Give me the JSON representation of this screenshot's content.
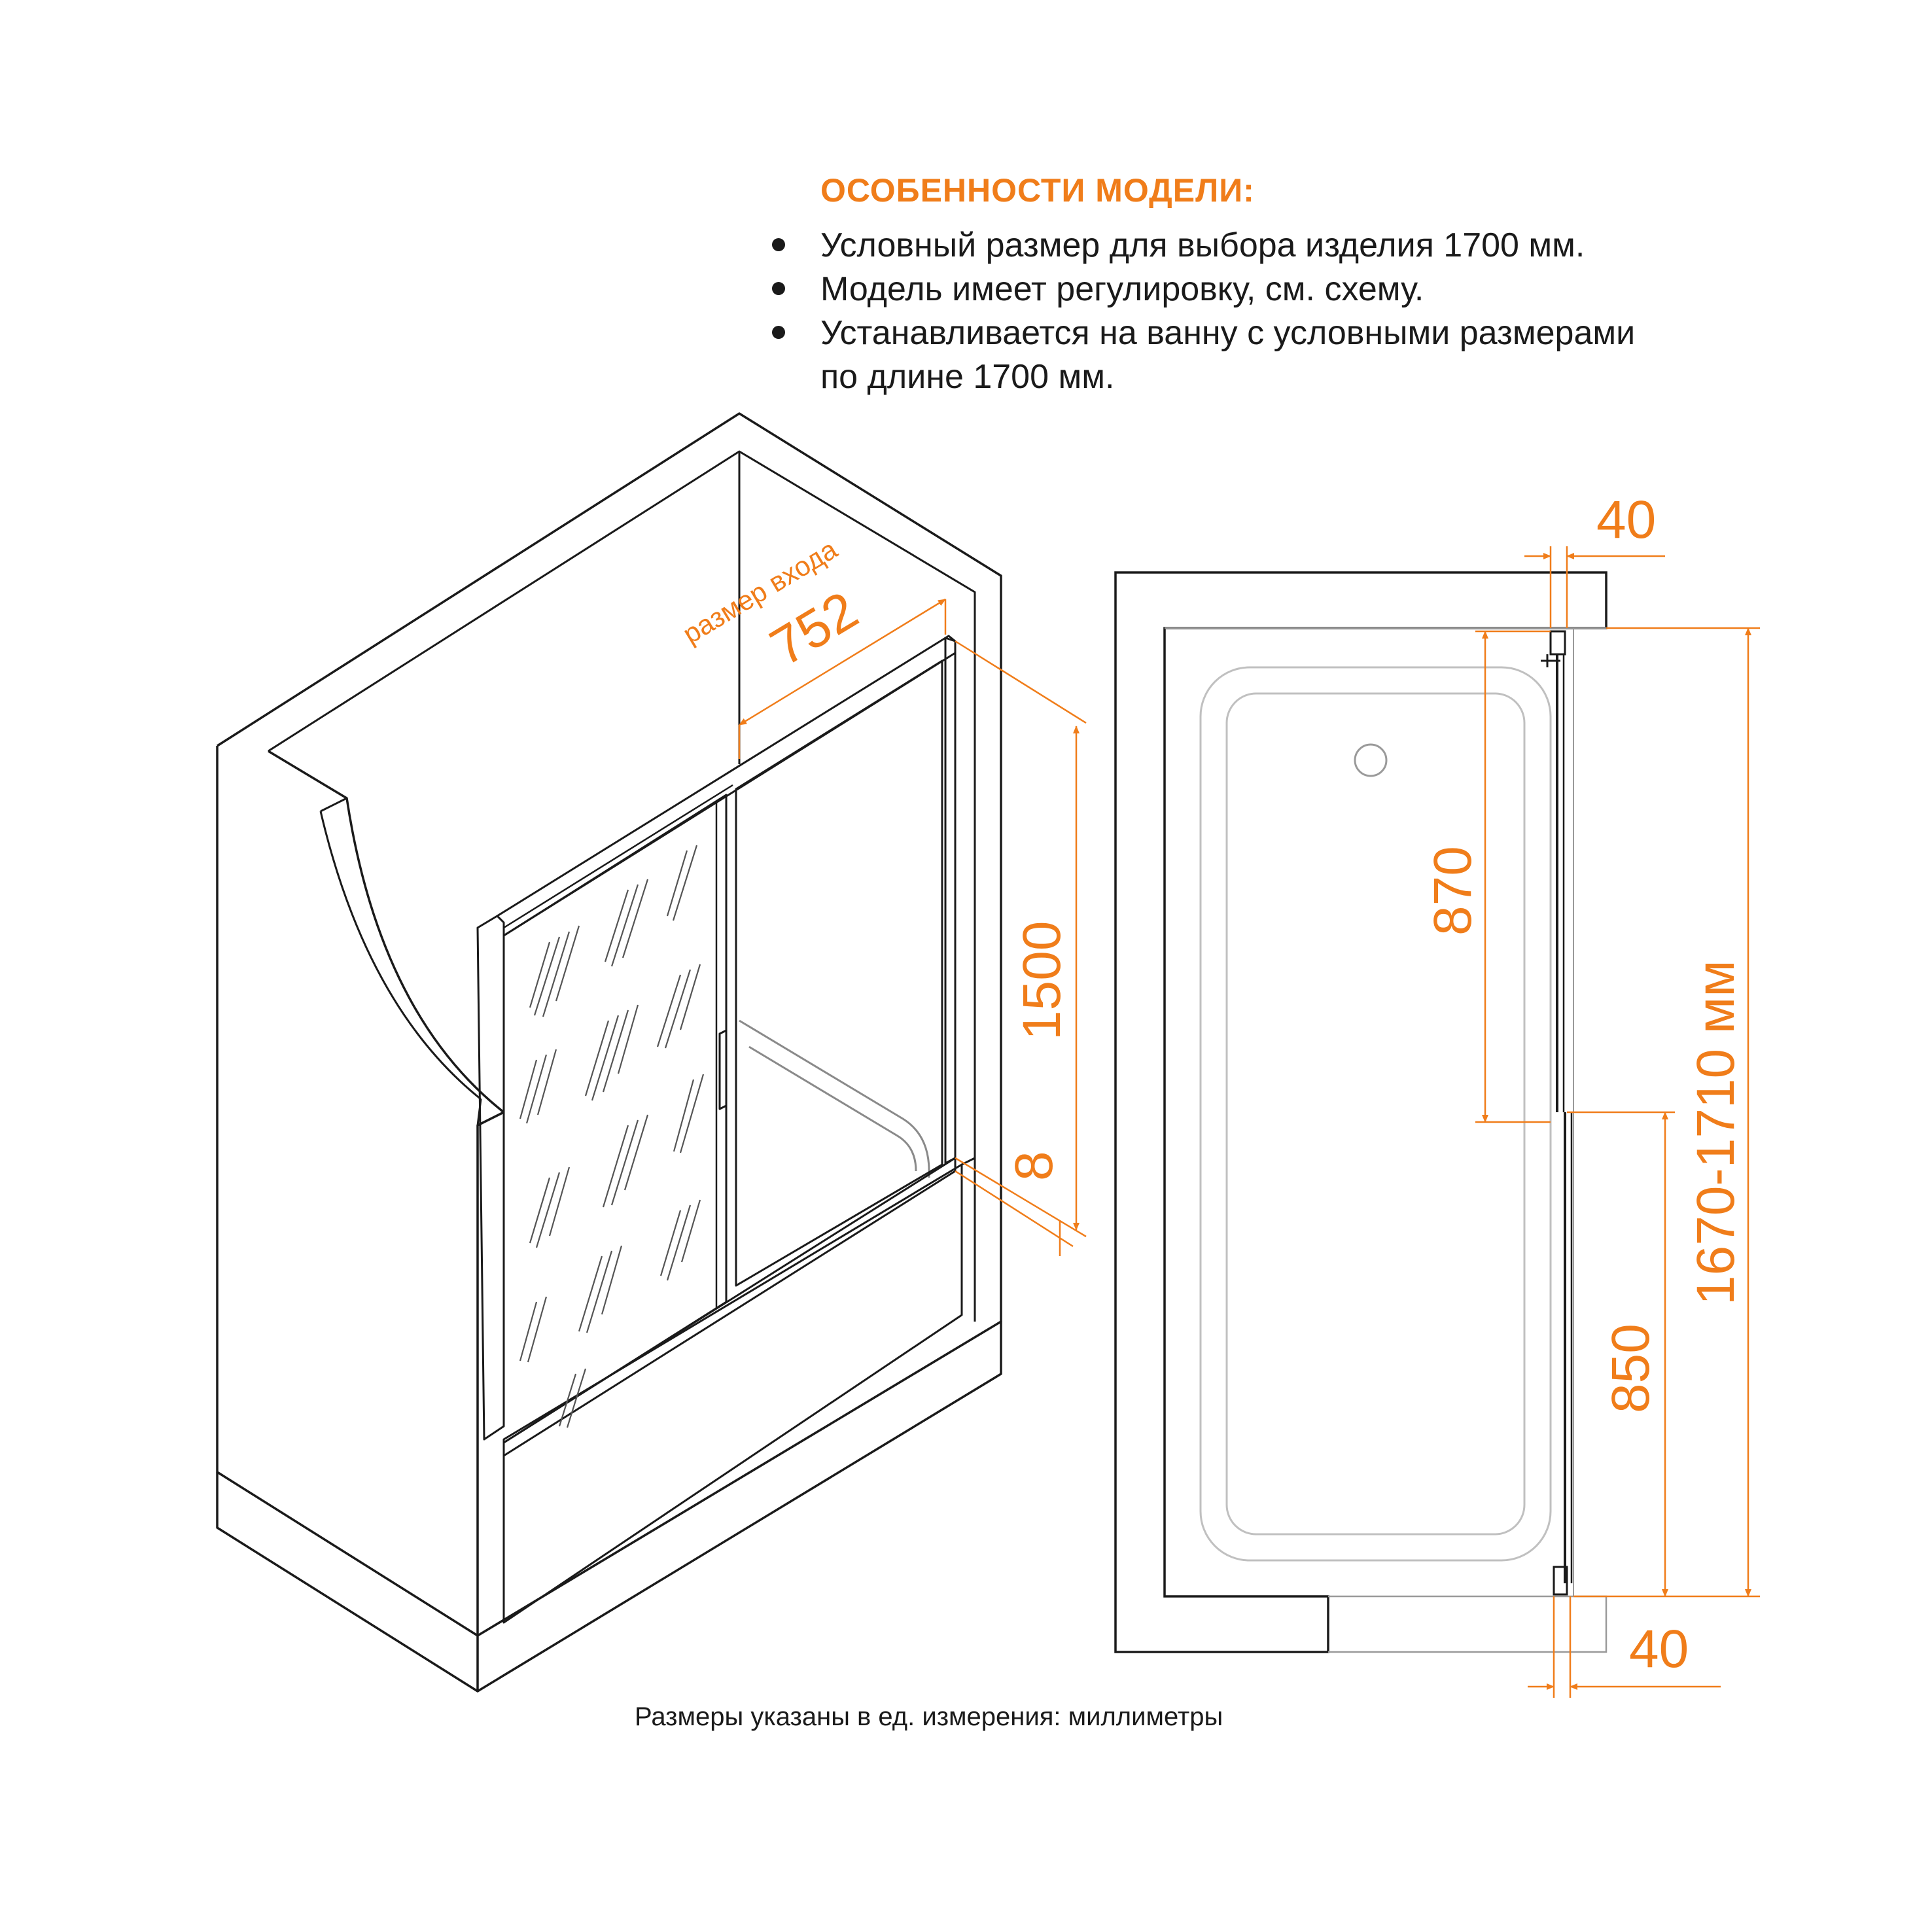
{
  "features": {
    "title": "ОСОБЕННОСТИ МОДЕЛИ:",
    "items": [
      "Условный размер для выбора изделия 1700 мм.",
      "Модель имеет регулировку, см. схему.",
      "Устанавливается на ванну с условными размерами",
      "по длине 1700 мм."
    ]
  },
  "iso_view": {
    "entrance_label": "размер входа",
    "entrance_width": "752",
    "height": "1500",
    "gap": "8"
  },
  "plan_view": {
    "profile_top": "40",
    "profile_bottom": "40",
    "fixed_panel": "870",
    "sliding_panel": "850",
    "total_range": "1670-1710 мм"
  },
  "footnote": "Размеры указаны в ед. измерения: миллиметры",
  "colors": {
    "accent": "#F07D1A",
    "line": "#1a1a1a",
    "light_line": "#bdbdbd"
  }
}
